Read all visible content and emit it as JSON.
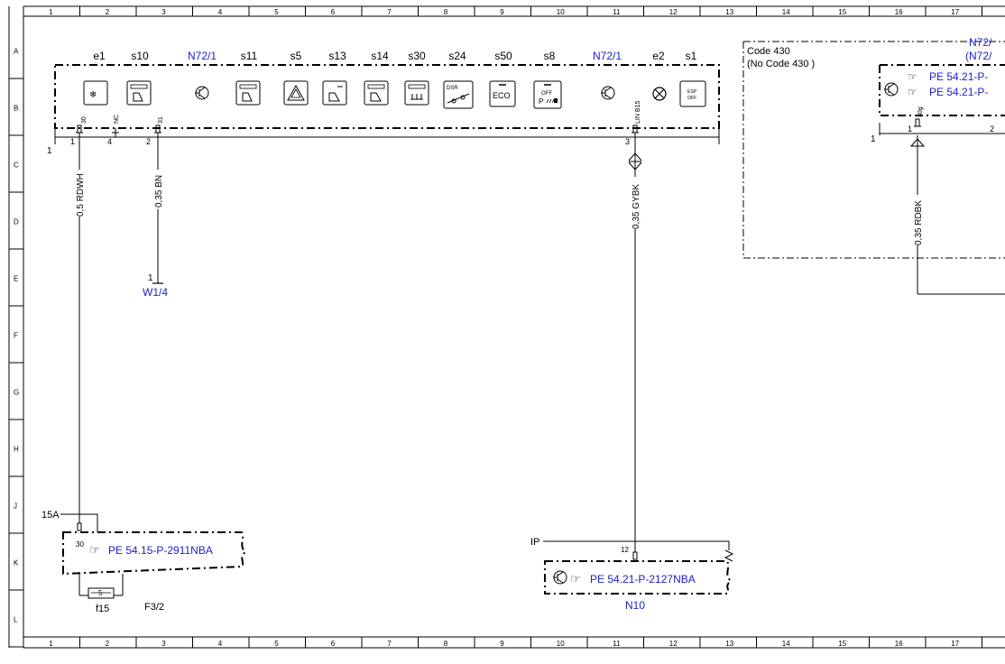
{
  "grid": {
    "columns": [
      "1",
      "2",
      "3",
      "4",
      "5",
      "6",
      "7",
      "8",
      "9",
      "10",
      "11",
      "12",
      "13",
      "14",
      "15",
      "16",
      "17"
    ],
    "rows": [
      "A",
      "B",
      "C",
      "D",
      "E",
      "F",
      "G",
      "H",
      "J",
      "K",
      "L"
    ]
  },
  "panel": {
    "labels": [
      "e1",
      "s10",
      "N72/1",
      "s11",
      "s5",
      "s13",
      "s14",
      "s30",
      "s24",
      "s50",
      "s8",
      "N72/1",
      "e2",
      "s1"
    ],
    "connector_ref": "1",
    "pins": {
      "p30": {
        "name": "30",
        "num": "1"
      },
      "pnc": {
        "name": "NC",
        "num": "4"
      },
      "p31": {
        "name": "31",
        "num": "2"
      },
      "plin": {
        "name": "LIN B15",
        "num": "3"
      }
    },
    "icon_texts": {
      "eco": "ECO",
      "esp_top": "ESP",
      "esp_bot": "OFF",
      "s8_top": "OFF",
      "s8_bot": "P",
      "dsr": "DSR"
    }
  },
  "wires": {
    "w1": "0,5 RDWH",
    "w2": "0,35 BN",
    "w3": "0,35 GYBK",
    "w4": "0,35 RDBK"
  },
  "ground": {
    "pin": "1",
    "ref": "W1/4"
  },
  "fusebox": {
    "fuse_rating": "15A",
    "pin": "30",
    "ref": "PE 54.15-P-2911NBA",
    "fuse_num": "5",
    "fuse_name": "f15",
    "box_name": "F3/2"
  },
  "n10": {
    "ip": "IP",
    "pin": "12",
    "ref": "PE 54.21-P-2127NBA",
    "name": "N10"
  },
  "code430": {
    "title": "Code 430",
    "subtitle": "(No Code 430  )",
    "component": "N72/",
    "component_alt": "(N72/",
    "ref1": "PE 54.21-P-",
    "ref2": "PE 54.21-P-",
    "pin_name": "30g",
    "pin_left": "1",
    "pin_right": "2",
    "connector_ref": "1"
  }
}
